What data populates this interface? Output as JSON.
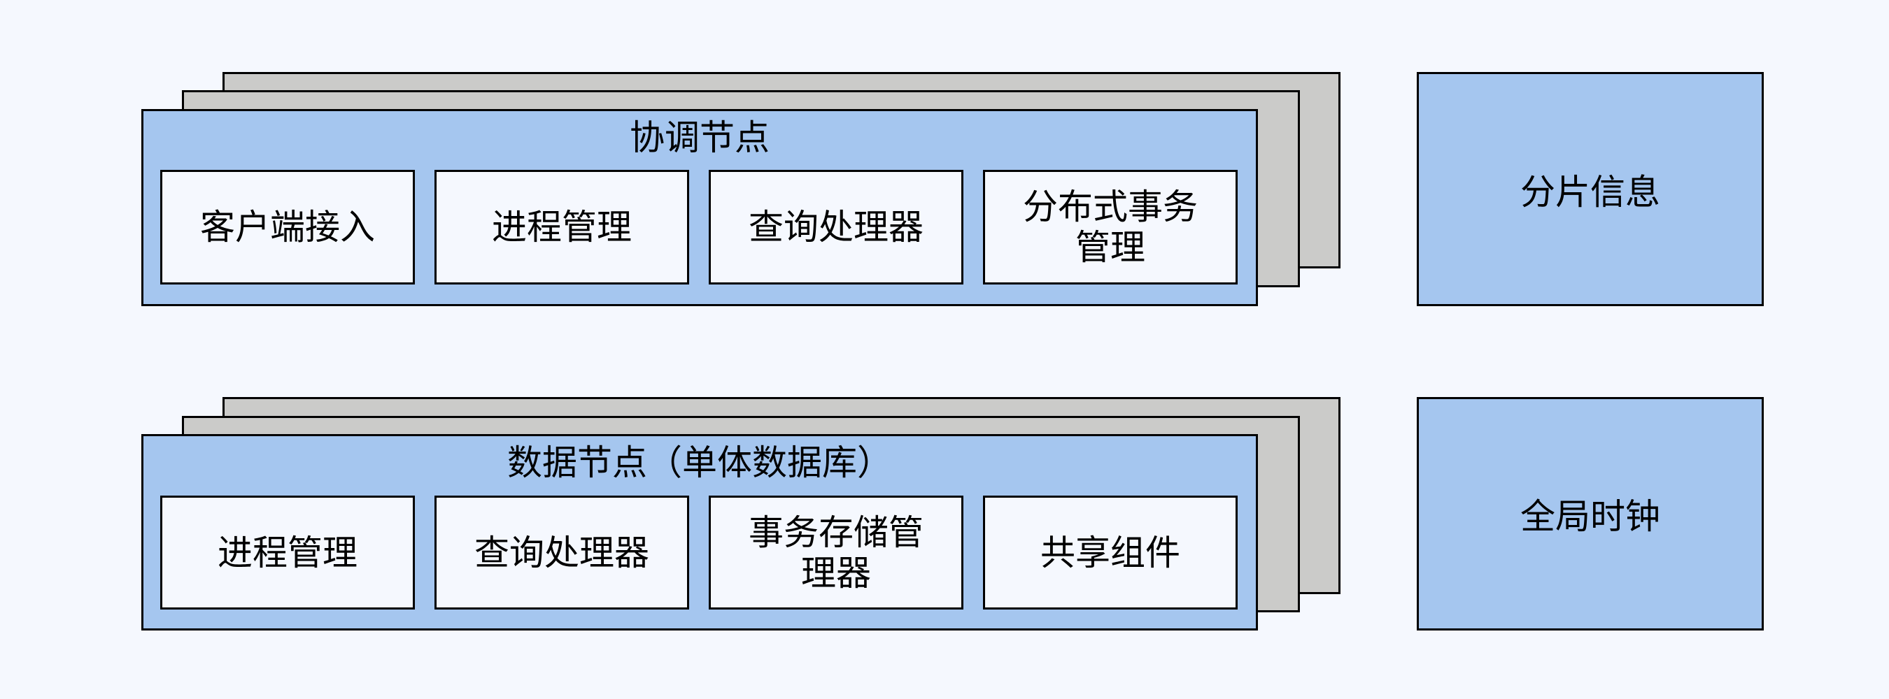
{
  "coordinator": {
    "title": "协调节点",
    "components": [
      "客户端接入",
      "进程管理",
      "查询处理器",
      "分布式事务\n管理"
    ]
  },
  "datanode": {
    "title": "数据节点（单体数据库）",
    "components": [
      "进程管理",
      "查询处理器",
      "事务存储管\n理器",
      "共享组件"
    ]
  },
  "side": {
    "shard_info": "分片信息",
    "global_clock": "全局时钟"
  }
}
